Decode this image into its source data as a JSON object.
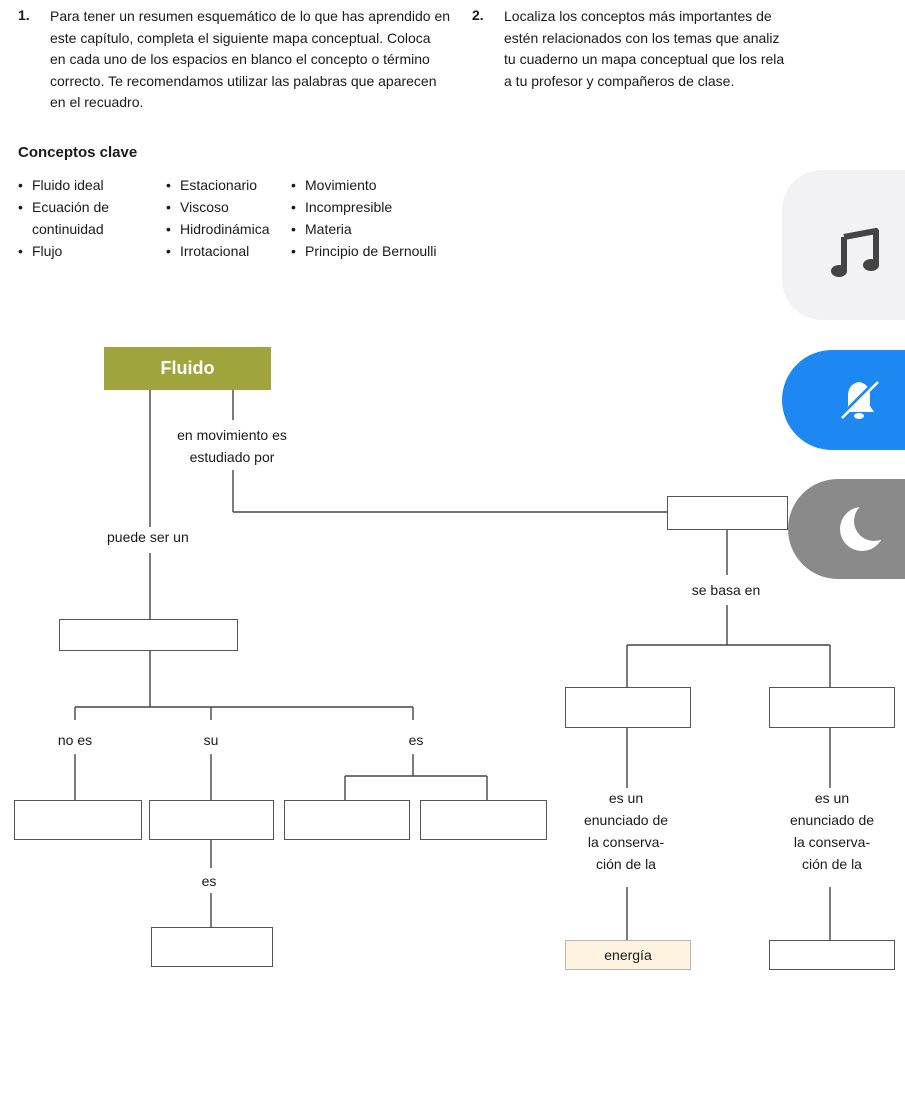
{
  "exercise1": {
    "number": "1.",
    "lines": [
      "Para tener un resumen esquemático de lo que has aprendido en",
      "este capítulo, completa el siguiente mapa conceptual. Coloca",
      "en cada uno de los espacios en blanco el concepto o término",
      "correcto. Te recomendamos utilizar las palabras que aparecen",
      "en el recuadro."
    ]
  },
  "exercise2": {
    "number": "2.",
    "lines": [
      "Localiza los conceptos más importantes de",
      "estén relacionados con los temas que analiz",
      "tu cuaderno un mapa conceptual que los rela",
      "a tu profesor y compañeros de clase."
    ]
  },
  "concepts": {
    "heading": "Conceptos clave",
    "col1": [
      "Fluido ideal",
      "Ecuación de",
      "continuidad",
      "Flujo"
    ],
    "col2": [
      "Estacionario",
      "Viscoso",
      "Hidrodinámica",
      "Irrotacional"
    ],
    "col3": [
      "Movimiento",
      "Incompresible",
      "Materia",
      "Principio de Bernoulli"
    ]
  },
  "map": {
    "root": "Fluido",
    "link_motion_1": "en movimiento es",
    "link_motion_2": "estudiado por",
    "link_can_be": "puede ser un",
    "link_based_on": "se basa en",
    "link_not": "no es",
    "link_its": "su",
    "link_is": "es",
    "link_is_below": "es",
    "statement_left": [
      "es un",
      "enunciado de",
      "la conserva-",
      "ción de la"
    ],
    "statement_right": [
      "es un",
      "enunciado de",
      "la conserva-",
      "ción de la"
    ],
    "energy": "energía"
  },
  "overlay": {
    "icons": [
      "music-note-icon",
      "mute-bell-icon",
      "moon-icon"
    ],
    "colors": {
      "music": "#f2f2f4",
      "bell": "#1e88f2",
      "moon": "#8a8a8a"
    }
  }
}
